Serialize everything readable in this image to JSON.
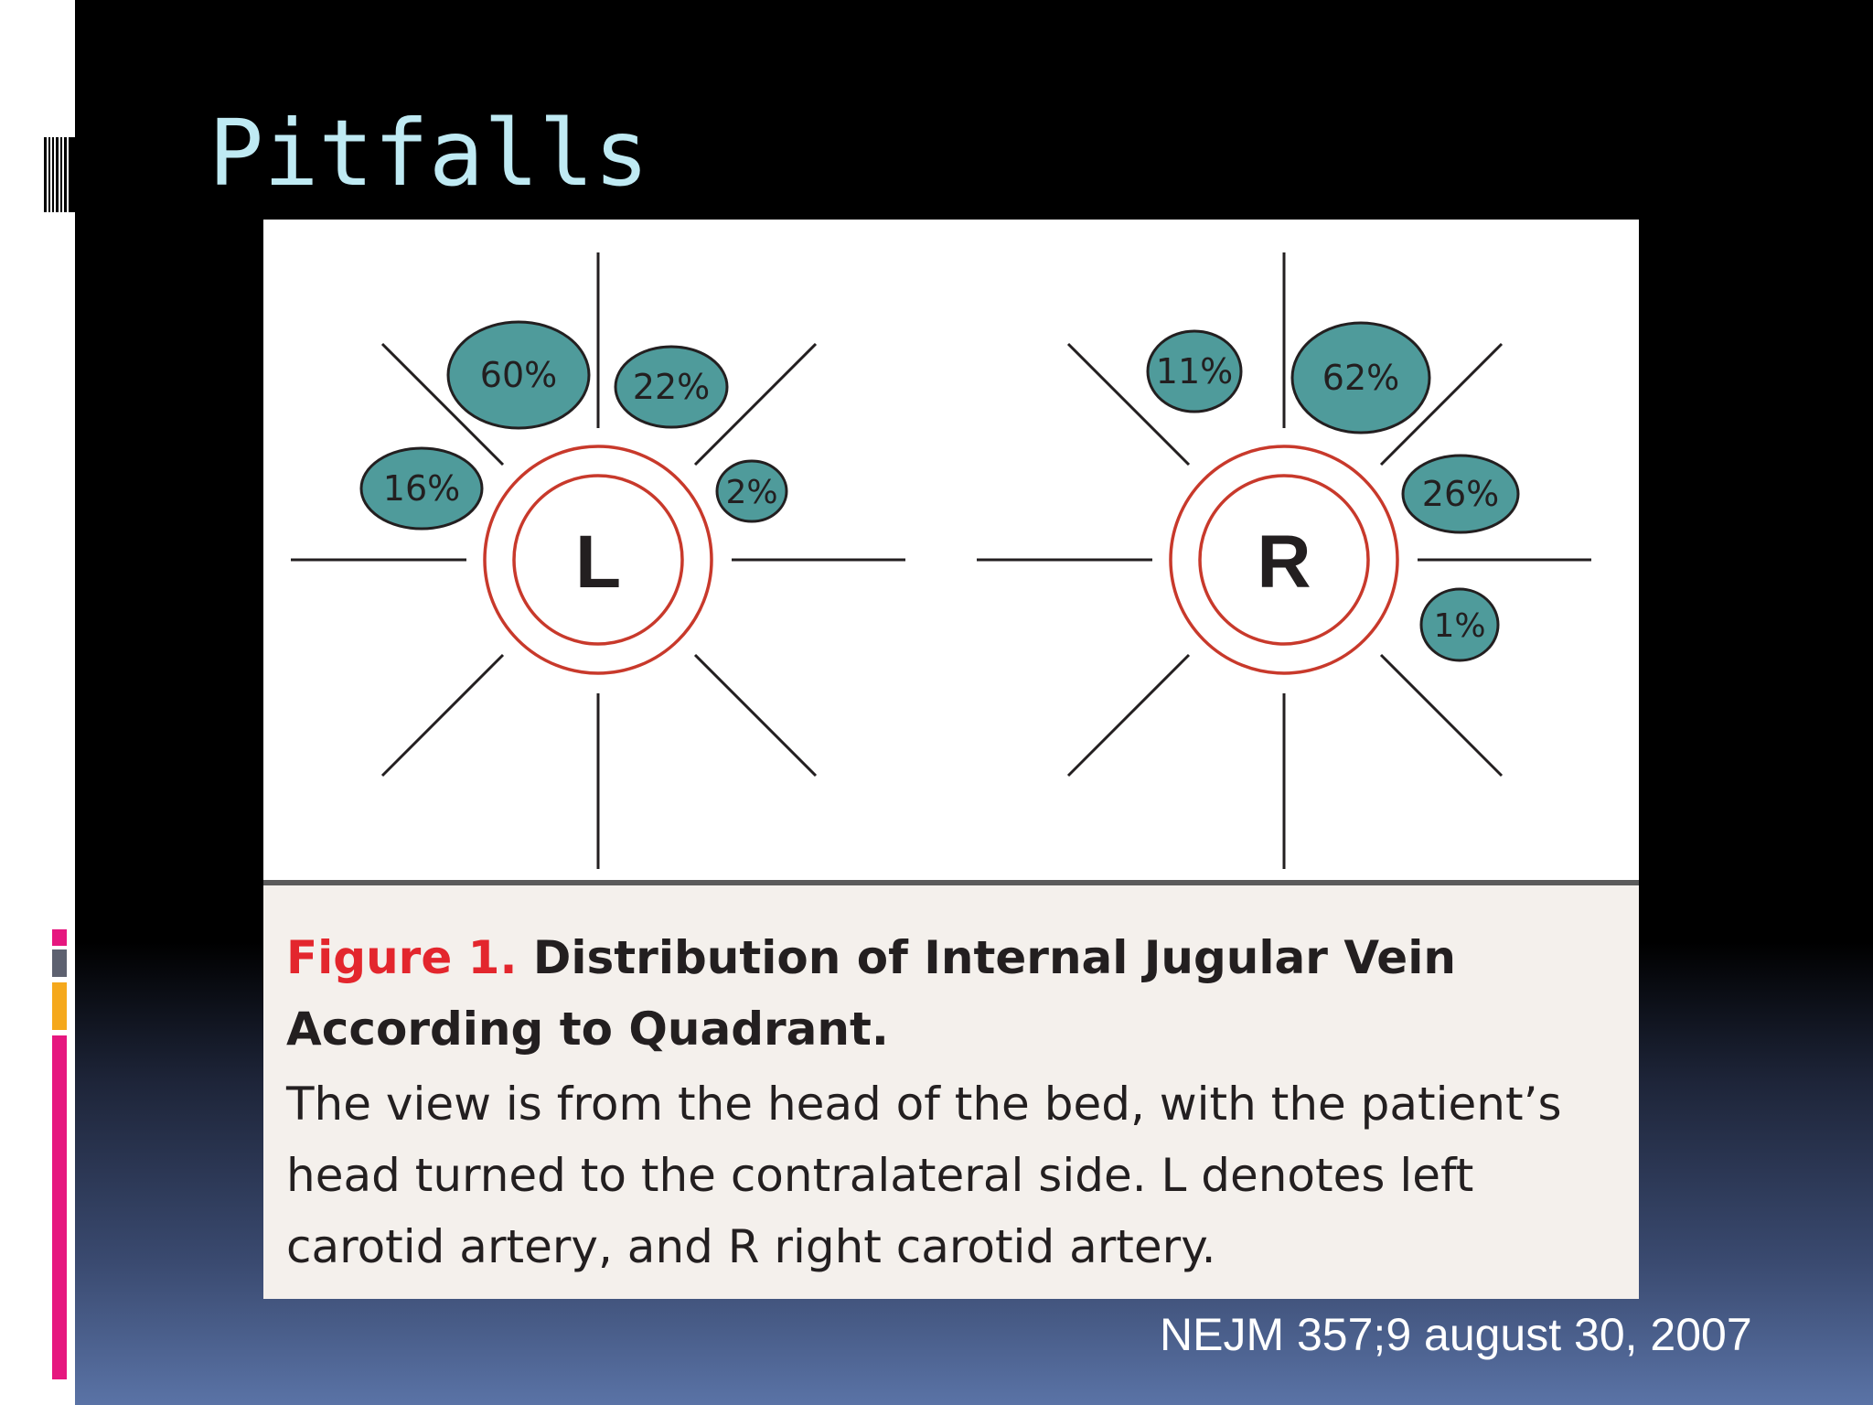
{
  "slide": {
    "title": "Pitfalls",
    "source": "NEJM  357;9  august 30, 2007"
  },
  "colors": {
    "accent_pink": "#e6177f",
    "accent_orange": "#f5a81c",
    "accent_gray": "#5d6170",
    "title_color": "#bfeaf3",
    "ellipse_fill": "#4f9b9b",
    "circle_stroke": "#c8392b",
    "figure_label": "#e3262d"
  },
  "figure": {
    "left": {
      "label": "L",
      "percentages": [
        "60%",
        "22%",
        "16%",
        "2%"
      ]
    },
    "right": {
      "label": "R",
      "percentages": [
        "11%",
        "62%",
        "26%",
        "1%"
      ]
    },
    "caption": {
      "label": "Figure 1.",
      "title": "Distribution of Internal Jugular Vein According to Quadrant.",
      "body": "The view is from the head of the bed, with the patient’s head turned to the contralateral side. L denotes left carotid artery, and R right carotid artery."
    }
  }
}
